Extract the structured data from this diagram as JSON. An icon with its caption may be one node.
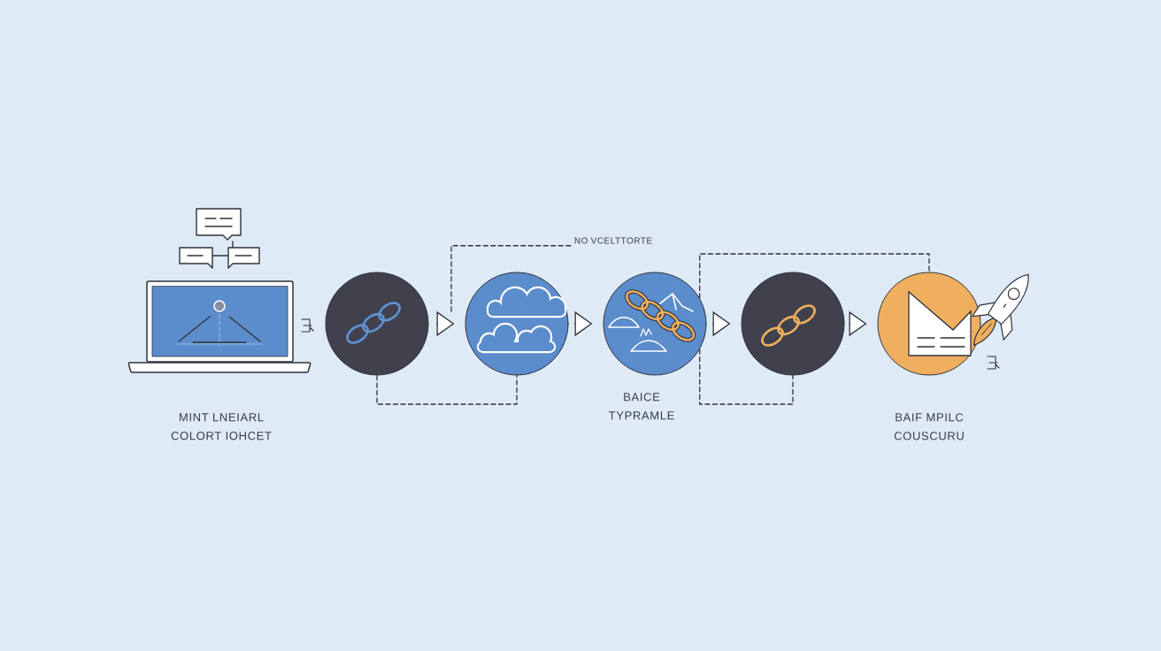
{
  "diagram": {
    "nodes": [
      {
        "text": [],
        "shape": "picture",
        "beside": [
          "MINT LNEIARL COLORT IOHCET"
        ]
      },
      {
        "text": [],
        "shape": "circle"
      },
      {
        "text": [],
        "shape": "circle"
      },
      {
        "text": [],
        "shape": "circle",
        "beside": [
          "BAICE TYPRAMLE"
        ]
      },
      {
        "text": [],
        "shape": "circle"
      },
      {
        "text": [],
        "shape": "circle",
        "beside": [
          "BAIF MPILC COUSCURU"
        ]
      },
      {
        "text": [
          "NO VCELTTORTE"
        ]
      }
    ],
    "edges": [
      {
        "from": 1,
        "to": 2,
        "arrow": "to"
      },
      {
        "from": 2,
        "to": 3,
        "arrow": "to"
      },
      {
        "from": 3,
        "to": 4,
        "arrow": "to"
      },
      {
        "from": 4,
        "to": 5,
        "arrow": "to"
      },
      {
        "from": 1,
        "to": 2,
        "arrow": "none",
        "style": "dashed"
      },
      {
        "from": 3,
        "to": 4,
        "arrow": "none",
        "style": "dashed"
      },
      {
        "from": 3,
        "to": 5,
        "arrow": "none",
        "style": "dashed"
      },
      {
        "from": null,
        "to": 6,
        "arrow": "none",
        "style": "dashed"
      }
    ]
  }
}
